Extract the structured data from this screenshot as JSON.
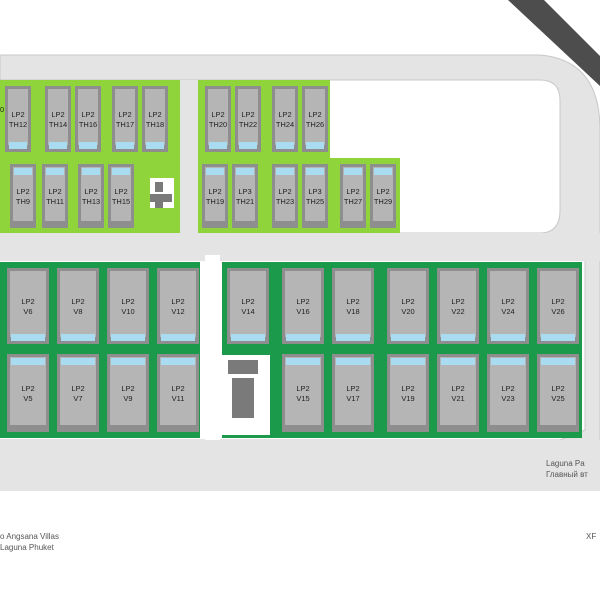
{
  "colors": {
    "townhouse_green": "#8fd43a",
    "villa_green": "#1a9a4a",
    "road": "#e4e4e4",
    "road_outline": "#c8c8c8",
    "building": "#8e8e8e",
    "roof": "#b5b5b5",
    "pool": "#a9dcf0",
    "parking": "#7a7a7a"
  },
  "units": {
    "townhouse_top": [
      {
        "id": "TH12",
        "lp": "LP2"
      },
      {
        "id": "TH14",
        "lp": "LP2"
      },
      {
        "id": "TH16",
        "lp": "LP2"
      },
      {
        "id": "TH17",
        "lp": "LP2"
      },
      {
        "id": "TH18",
        "lp": "LP2"
      },
      {
        "id": "TH20",
        "lp": "LP2"
      },
      {
        "id": "TH22",
        "lp": "LP2"
      },
      {
        "id": "TH24",
        "lp": "LP2"
      },
      {
        "id": "TH26",
        "lp": "LP2"
      }
    ],
    "townhouse_bottom": [
      {
        "id": "TH9",
        "lp": "LP2"
      },
      {
        "id": "TH11",
        "lp": "LP2"
      },
      {
        "id": "TH13",
        "lp": "LP2"
      },
      {
        "id": "TH15",
        "lp": "LP2"
      },
      {
        "id": "TH19",
        "lp": "LP2"
      },
      {
        "id": "TH21",
        "lp": "LP3"
      },
      {
        "id": "TH23",
        "lp": "LP2"
      },
      {
        "id": "TH25",
        "lp": "LP3"
      },
      {
        "id": "TH27",
        "lp": "LP2"
      },
      {
        "id": "TH29",
        "lp": "LP2"
      }
    ],
    "villas_top": [
      {
        "id": "V6",
        "lp": "LP2"
      },
      {
        "id": "V8",
        "lp": "LP2"
      },
      {
        "id": "V10",
        "lp": "LP2"
      },
      {
        "id": "V12",
        "lp": "LP2"
      },
      {
        "id": "V14",
        "lp": "LP2"
      },
      {
        "id": "V16",
        "lp": "LP2"
      },
      {
        "id": "V18",
        "lp": "LP2"
      },
      {
        "id": "V20",
        "lp": "LP2"
      },
      {
        "id": "V22",
        "lp": "LP2"
      },
      {
        "id": "V24",
        "lp": "LP2"
      },
      {
        "id": "V26",
        "lp": "LP2"
      }
    ],
    "villas_bottom": [
      {
        "id": "V5",
        "lp": "LP2"
      },
      {
        "id": "V7",
        "lp": "LP2"
      },
      {
        "id": "V9",
        "lp": "LP2"
      },
      {
        "id": "V11",
        "lp": "LP2"
      },
      {
        "id": "V15",
        "lp": "LP2"
      },
      {
        "id": "V17",
        "lp": "LP2"
      },
      {
        "id": "V19",
        "lp": "LP2"
      },
      {
        "id": "V21",
        "lp": "LP2"
      },
      {
        "id": "V23",
        "lp": "LP2"
      },
      {
        "id": "V25",
        "lp": "LP2"
      }
    ]
  },
  "partial_label": "0",
  "notes": {
    "bottom_left_line1": "o Angsana Villas",
    "bottom_left_line2": "Laguna Phuket",
    "bottom_right_line1": "Laguna Pa",
    "bottom_right_line2": "Главный вт",
    "bottom_right_code": "XF"
  }
}
